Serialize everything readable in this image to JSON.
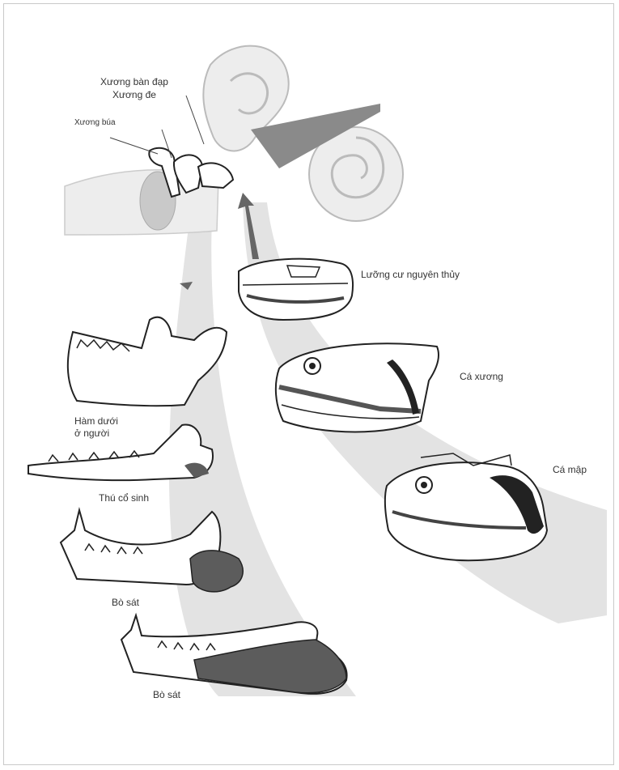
{
  "labels": {
    "stapes": "Xương bàn đạp",
    "incus": "Xương đe",
    "malleus": "Xương búa",
    "early_amphibian": "Lưỡng cư nguyên thủy",
    "bony_fish": "Cá xương",
    "shark": "Cá mập",
    "human_jaw_line1": "Hàm dưới",
    "human_jaw_line2": "ở người",
    "early_mammal": "Thú cổ sinh",
    "reptile_1": "Bò sát",
    "reptile_2": "Bò sát"
  },
  "colors": {
    "band": "#e3e3e3",
    "bone_fill": "#ffffff",
    "outline": "#222222",
    "dark_bone": "#5c5c5c",
    "ear_fill": "#ededed",
    "drum_fill": "#c9c9c9",
    "arrow": "#666666"
  }
}
